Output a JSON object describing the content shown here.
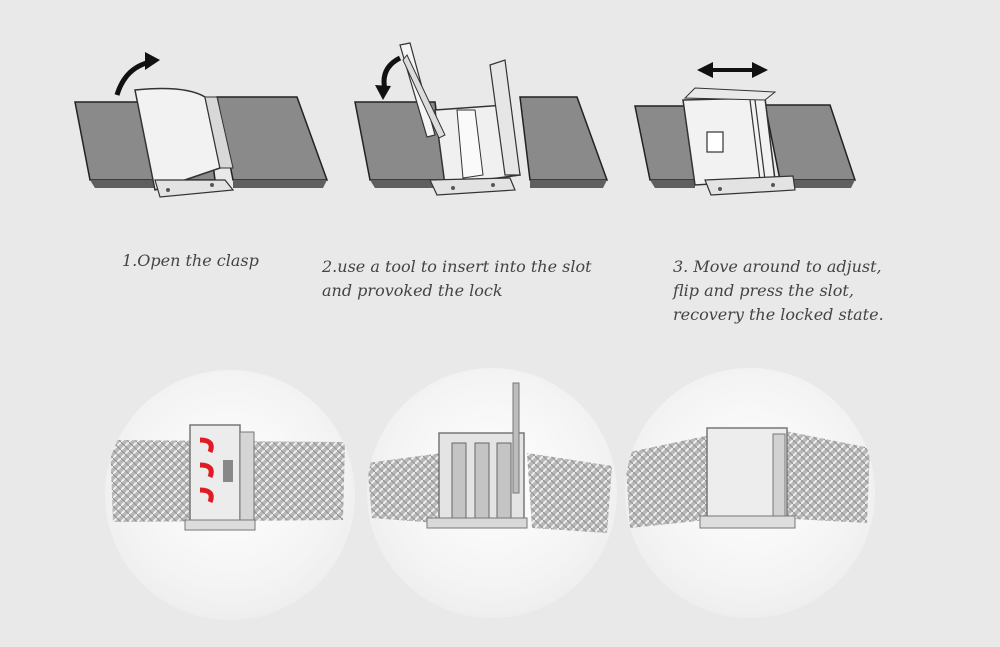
{
  "steps": [
    {
      "caption": "1.Open the clasp"
    },
    {
      "caption": "2.use a tool to insert into the slot\nand provoked the lock"
    },
    {
      "caption": "3. Move around to adjust,\nflip and press the slot,\nrecovery the locked state."
    }
  ],
  "icons": {
    "step1": "curved-arrow-icon",
    "step2": "curved-arrow-icon",
    "step3": "double-arrow-icon"
  },
  "colors": {
    "background": "#e9e9e9",
    "band": "#8a8a8a",
    "clasp": "#f2f2f2",
    "arrow": "#111111",
    "highlight_red": "#e01b24"
  }
}
